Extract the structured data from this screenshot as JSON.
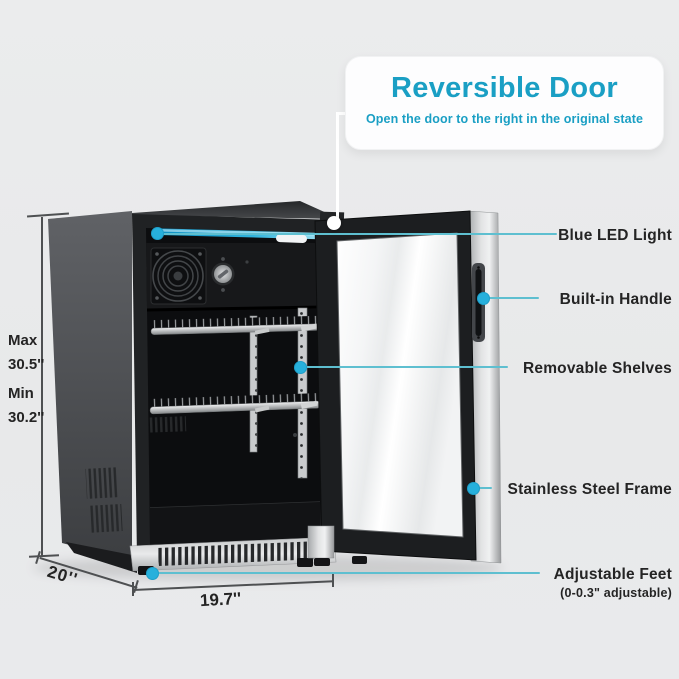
{
  "callout": {
    "title": "Reversible Door",
    "subtitle": "Open the door to the right in the original state"
  },
  "features": [
    {
      "label": "Blue LED Light"
    },
    {
      "label": "Built-in Handle"
    },
    {
      "label": "Removable Shelves"
    },
    {
      "label": "Stainless Steel Frame"
    },
    {
      "label": "Adjustable Feet",
      "note": "(0-0.3\" adjustable)"
    }
  ],
  "dimensions": {
    "height": {
      "max_label": "Max",
      "max_value": "30.5''",
      "min_label": "Min",
      "min_value": "30.2''"
    },
    "depth": "20''",
    "width": "19.7''"
  },
  "colors": {
    "accent_teal": "#1a9fc4",
    "pointer_line_teal": "#5ebfd0",
    "pointer_dot_cyan": "#27b0dc",
    "label_text": "#242424",
    "background": "#e9eaec"
  }
}
